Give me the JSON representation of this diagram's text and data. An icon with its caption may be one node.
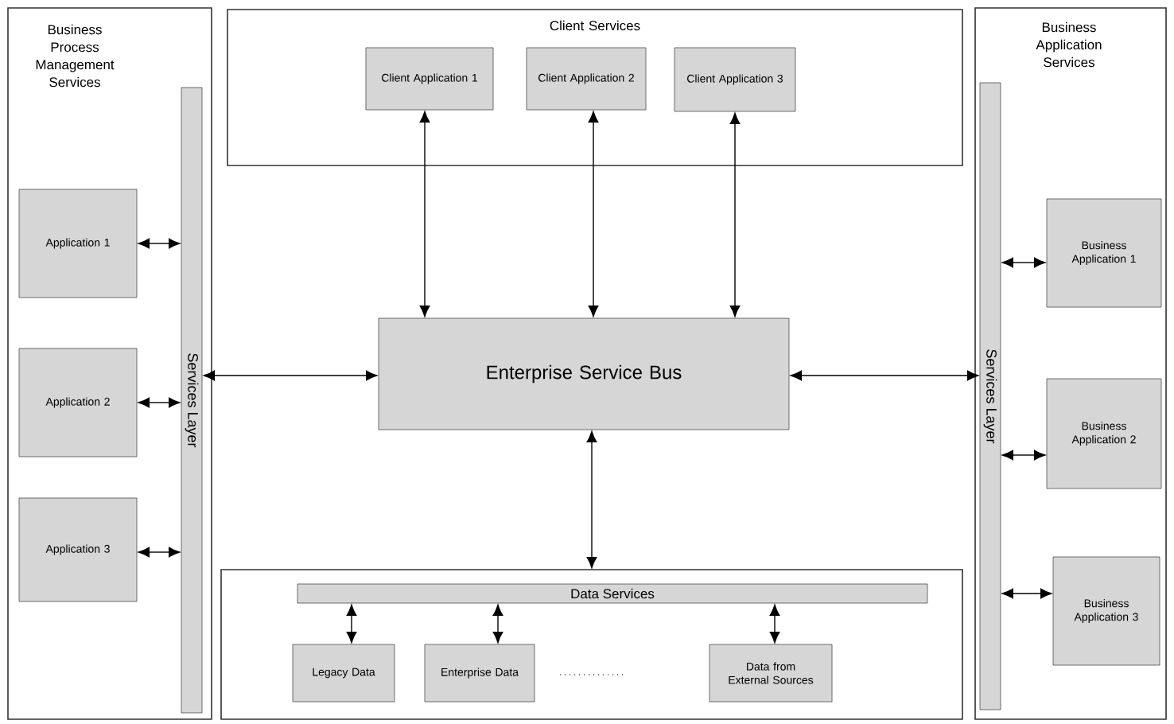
{
  "diagram": {
    "nodes": [
      {
        "text": [
          "Business Process Management Services"
        ]
      },
      {
        "text": [
          "Services Layer"
        ],
        "in": 0
      },
      {
        "text": [
          "Application 1"
        ],
        "in": 0
      },
      {
        "text": [
          "Application 2"
        ],
        "in": 0
      },
      {
        "text": [
          "Application 3"
        ],
        "in": 0
      },
      {
        "text": [
          "Client Services"
        ]
      },
      {
        "text": [
          "Client Application 1"
        ],
        "in": 5
      },
      {
        "text": [
          "Client Application 2"
        ],
        "in": 5
      },
      {
        "text": [
          "Client Application 3"
        ],
        "in": 5
      },
      {
        "text": [
          "Enterprise Service Bus"
        ]
      },
      {
        "text": [],
        "shape": "box"
      },
      {
        "text": [
          "Data Services"
        ],
        "in": 10
      },
      {
        "text": [
          "Legacy Data"
        ],
        "in": 10
      },
      {
        "text": [
          "Enterprise Data"
        ],
        "in": 10
      },
      {
        "text": [
          "Data from External Sources"
        ],
        "in": 10
      },
      {
        "text": [
          "Business Application Services"
        ]
      },
      {
        "text": [
          "Services Layer"
        ],
        "in": 15
      },
      {
        "text": [
          "Business Application 1"
        ],
        "in": 15
      },
      {
        "text": [
          "Business Application 2"
        ],
        "in": 15
      },
      {
        "text": [
          "Business Application 3"
        ],
        "in": 15
      }
    ],
    "edges": [
      {
        "from": 2,
        "to": 1,
        "arrow": "both"
      },
      {
        "from": 3,
        "to": 1,
        "arrow": "both"
      },
      {
        "from": 4,
        "to": 1,
        "arrow": "both"
      },
      {
        "from": 1,
        "to": 9,
        "arrow": "both"
      },
      {
        "from": 6,
        "to": 9,
        "arrow": "both"
      },
      {
        "from": 7,
        "to": 9,
        "arrow": "both"
      },
      {
        "from": 8,
        "to": 9,
        "arrow": "both"
      },
      {
        "from": 9,
        "to": 10,
        "arrow": "both"
      },
      {
        "from": 11,
        "to": 12,
        "arrow": "both"
      },
      {
        "from": 11,
        "to": 13,
        "arrow": "both"
      },
      {
        "from": 11,
        "to": 14,
        "arrow": "both"
      },
      {
        "from": 9,
        "to": 16,
        "arrow": "both"
      },
      {
        "from": 16,
        "to": 17,
        "arrow": "both"
      },
      {
        "from": 16,
        "to": 18,
        "arrow": "both"
      },
      {
        "from": 16,
        "to": 19,
        "arrow": "both"
      }
    ]
  }
}
